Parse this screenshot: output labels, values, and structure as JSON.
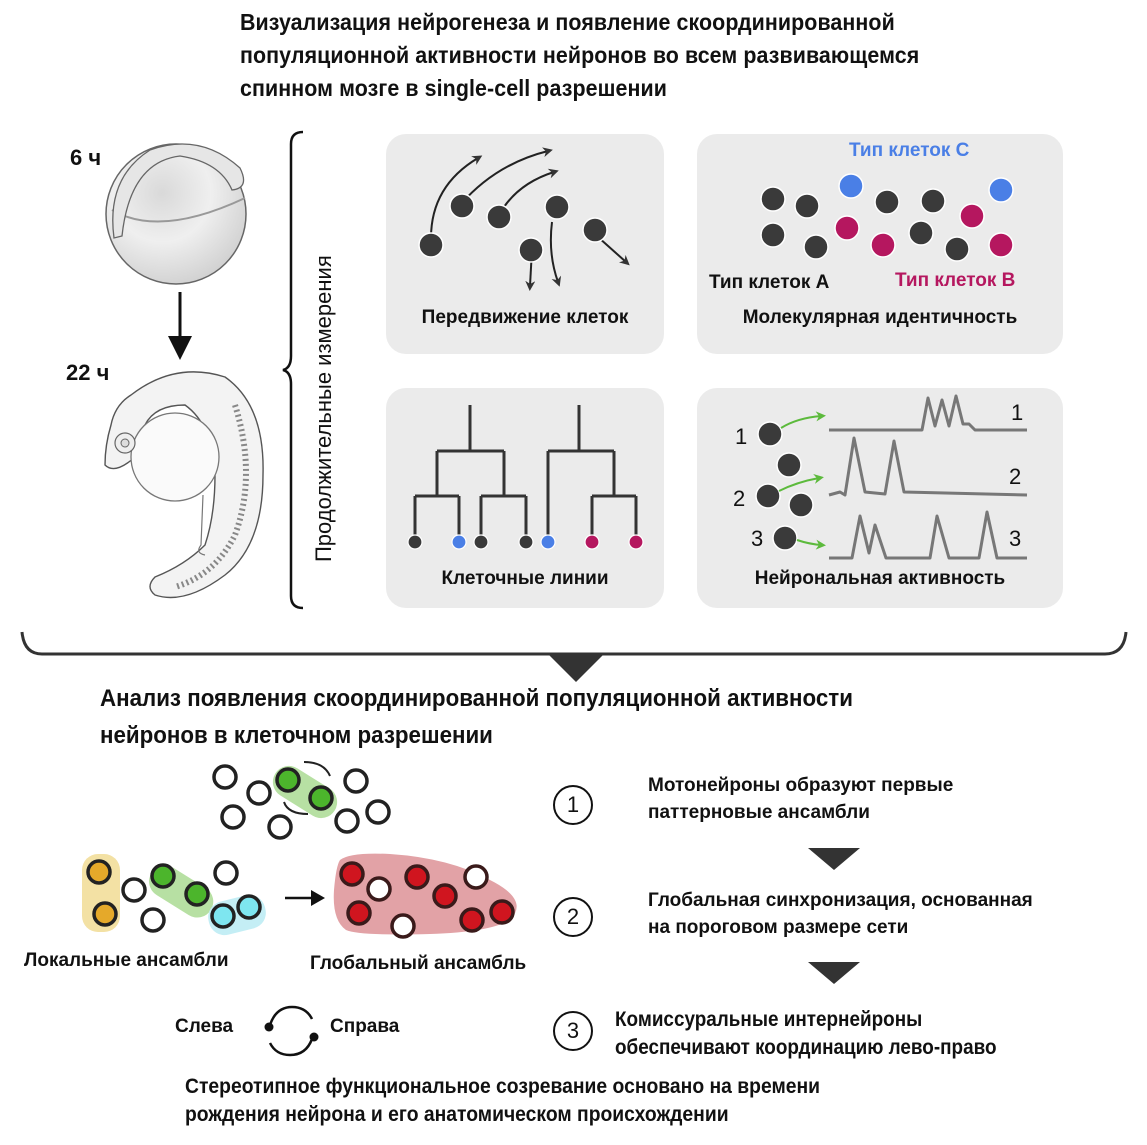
{
  "title": {
    "lines": [
      "Визуализация нейрогенеза и появление скоординированной",
      "популяционной активности нейронов во всем развивающемся",
      "спинном мозге в single-cell разрешении"
    ]
  },
  "timeline": {
    "stage_early": "6 ч",
    "stage_late": "22 ч",
    "icons": [
      "zebrafish-embryo-6h-illustration",
      "down-arrow-icon",
      "zebrafish-embryo-22h-illustration"
    ]
  },
  "brace_label": "Продолжительные измерения",
  "panels": {
    "migration": {
      "label": "Передвижение клеток"
    },
    "identity": {
      "label": "Молекулярная идентичность",
      "type_a": "Тип клеток A",
      "type_b": "Тип клеток B",
      "type_c": "Тип клеток C",
      "colors": {
        "type_a": "#3a3a3a",
        "type_b": "#b5175f",
        "type_c": "#4a7fe6"
      }
    },
    "lineage": {
      "label": "Клеточные линии",
      "leaf_types": [
        "A",
        "C",
        "A",
        "A",
        "C",
        "B",
        "B"
      ]
    },
    "activity": {
      "label": "Нейрональная активность",
      "neuron_labels": [
        "1",
        "2",
        "3"
      ],
      "trace_labels": [
        "1",
        "2",
        "3"
      ],
      "arrow_color": "#5cba3c",
      "trace_color": "#777777"
    }
  },
  "section2": {
    "title_lines": [
      "Анализ появления скоординированной популяционной активности",
      "нейронов в клеточном разрешении"
    ],
    "local_ensembles_label": "Локальные ансамбли",
    "global_ensemble_label": "Глобальный ансамбль",
    "left_label": "Слева",
    "right_label": "Справа",
    "steps": [
      {
        "num": "1",
        "lines": [
          "Мотонейроны образуют первые",
          "паттерновые ансамбли"
        ]
      },
      {
        "num": "2",
        "lines": [
          "Глобальная синхронизация, основанная",
          "на пороговом размере сети"
        ]
      },
      {
        "num": "3",
        "lines": [
          "Комиссуральные интернейроны",
          "обеспечивают координацию лево-право"
        ]
      }
    ],
    "ensemble_colors": {
      "yellow": "#e5a92a",
      "green": "#4cb52c",
      "cyan": "#7ee6f0",
      "red": "#d0151f",
      "global_fill": "#e2a2a6"
    }
  },
  "footer": {
    "lines": [
      "Стереотипное функциональное созревание основано на времени",
      "рождения нейрона и его анатомическом происхождении"
    ]
  }
}
